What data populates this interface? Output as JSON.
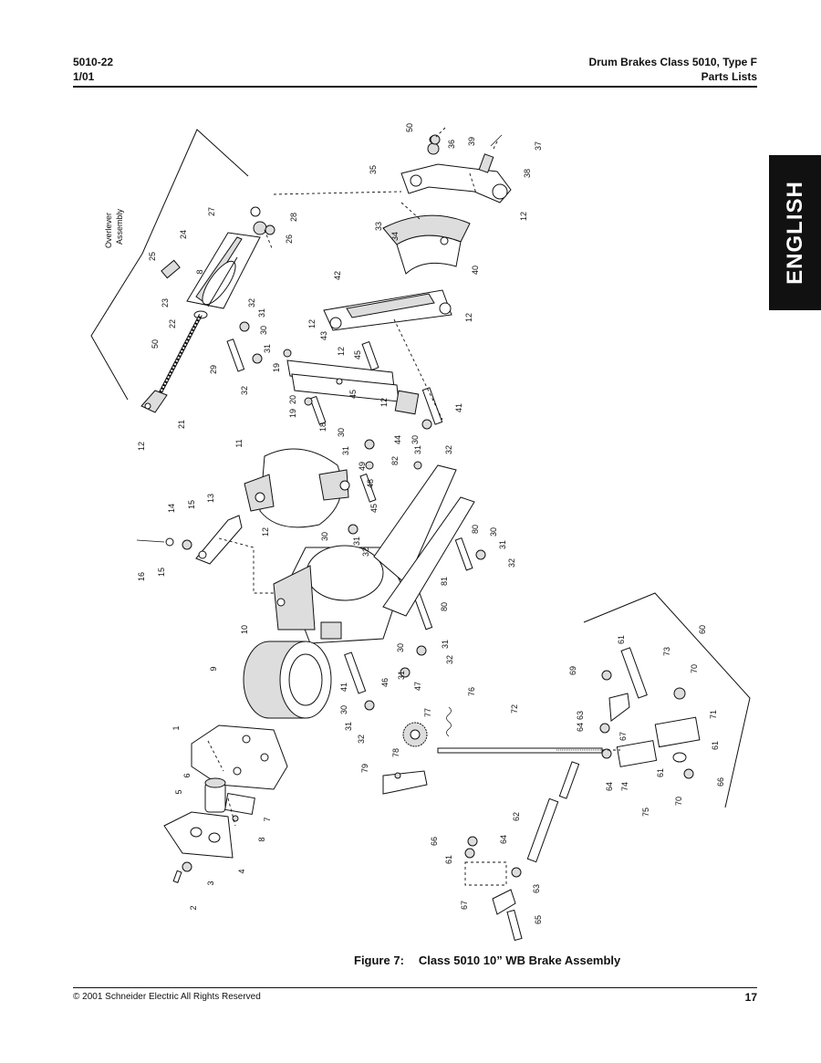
{
  "header": {
    "doc_number": "5010-22",
    "date": "1/01",
    "title": "Drum Brakes Class 5010, Type F",
    "subtitle": "Parts Lists"
  },
  "language_tab": "ENGLISH",
  "diagram": {
    "overlever_label_line1": "Overlever",
    "overlever_label_line2": "Assembly",
    "callouts": [
      {
        "id": "c50a",
        "n": "50"
      },
      {
        "id": "c36",
        "n": "36"
      },
      {
        "id": "c39",
        "n": "39"
      },
      {
        "id": "c37",
        "n": "37"
      },
      {
        "id": "c35",
        "n": "35"
      },
      {
        "id": "c38",
        "n": "38"
      },
      {
        "id": "c12a",
        "n": "12"
      },
      {
        "id": "c27",
        "n": "27"
      },
      {
        "id": "c28",
        "n": "28"
      },
      {
        "id": "c24",
        "n": "24"
      },
      {
        "id": "c26",
        "n": "26"
      },
      {
        "id": "c33",
        "n": "33"
      },
      {
        "id": "c34",
        "n": "34"
      },
      {
        "id": "c40",
        "n": "40"
      },
      {
        "id": "c25",
        "n": "25"
      },
      {
        "id": "c8a",
        "n": "8"
      },
      {
        "id": "c23",
        "n": "23"
      },
      {
        "id": "c22",
        "n": "22"
      },
      {
        "id": "c32a",
        "n": "32"
      },
      {
        "id": "c31a",
        "n": "31"
      },
      {
        "id": "c30a",
        "n": "30"
      },
      {
        "id": "c42",
        "n": "42"
      },
      {
        "id": "c12b",
        "n": "12"
      },
      {
        "id": "c12c",
        "n": "12"
      },
      {
        "id": "c50b",
        "n": "50"
      },
      {
        "id": "c31b",
        "n": "31"
      },
      {
        "id": "c29",
        "n": "29"
      },
      {
        "id": "c32b",
        "n": "32"
      },
      {
        "id": "c19a",
        "n": "19"
      },
      {
        "id": "c43",
        "n": "43"
      },
      {
        "id": "c12d",
        "n": "12"
      },
      {
        "id": "c45a",
        "n": "45"
      },
      {
        "id": "c20",
        "n": "20"
      },
      {
        "id": "c19b",
        "n": "19"
      },
      {
        "id": "c18",
        "n": "18"
      },
      {
        "id": "c12e",
        "n": "12"
      },
      {
        "id": "c41a",
        "n": "41"
      },
      {
        "id": "c12f",
        "n": "12"
      },
      {
        "id": "c21",
        "n": "21"
      },
      {
        "id": "c45b",
        "n": "45"
      },
      {
        "id": "c30b",
        "n": "30"
      },
      {
        "id": "c31c",
        "n": "31"
      },
      {
        "id": "c44",
        "n": "44"
      },
      {
        "id": "c30c",
        "n": "30"
      },
      {
        "id": "c31d",
        "n": "31"
      },
      {
        "id": "c32c",
        "n": "32"
      },
      {
        "id": "c11",
        "n": "11"
      },
      {
        "id": "c49",
        "n": "49"
      },
      {
        "id": "c48",
        "n": "48"
      },
      {
        "id": "c82",
        "n": "82"
      },
      {
        "id": "c13",
        "n": "13"
      },
      {
        "id": "c15a",
        "n": "15"
      },
      {
        "id": "c14",
        "n": "14"
      },
      {
        "id": "c12g",
        "n": "12"
      },
      {
        "id": "c45c",
        "n": "45"
      },
      {
        "id": "c30d",
        "n": "30"
      },
      {
        "id": "c31e",
        "n": "31"
      },
      {
        "id": "c32d",
        "n": "32"
      },
      {
        "id": "c80a",
        "n": "80"
      },
      {
        "id": "c30e",
        "n": "30"
      },
      {
        "id": "c31f",
        "n": "31"
      },
      {
        "id": "c32e",
        "n": "32"
      },
      {
        "id": "c16",
        "n": "16"
      },
      {
        "id": "c15b",
        "n": "15"
      },
      {
        "id": "c81",
        "n": "81"
      },
      {
        "id": "c80b",
        "n": "80"
      },
      {
        "id": "c10",
        "n": "10"
      },
      {
        "id": "c60",
        "n": "60"
      },
      {
        "id": "c30f",
        "n": "30"
      },
      {
        "id": "c31g",
        "n": "31"
      },
      {
        "id": "c32f",
        "n": "32"
      },
      {
        "id": "c61a",
        "n": "61"
      },
      {
        "id": "c69",
        "n": "69"
      },
      {
        "id": "c73",
        "n": "73"
      },
      {
        "id": "c9",
        "n": "9"
      },
      {
        "id": "c46",
        "n": "46"
      },
      {
        "id": "c31h",
        "n": "31"
      },
      {
        "id": "c47",
        "n": "47"
      },
      {
        "id": "c41b",
        "n": "41"
      },
      {
        "id": "c70a",
        "n": "70"
      },
      {
        "id": "c63a",
        "n": "63"
      },
      {
        "id": "c30g",
        "n": "30"
      },
      {
        "id": "c31i",
        "n": "31"
      },
      {
        "id": "c32g",
        "n": "32"
      },
      {
        "id": "c76",
        "n": "76"
      },
      {
        "id": "c77",
        "n": "77"
      },
      {
        "id": "c72",
        "n": "72"
      },
      {
        "id": "c64a",
        "n": "64"
      },
      {
        "id": "c67a",
        "n": "67"
      },
      {
        "id": "c71",
        "n": "71"
      },
      {
        "id": "c1",
        "n": "1"
      },
      {
        "id": "c78",
        "n": "78"
      },
      {
        "id": "c79",
        "n": "79"
      },
      {
        "id": "c61b",
        "n": "61"
      },
      {
        "id": "c61c",
        "n": "61"
      },
      {
        "id": "c66a",
        "n": "66"
      },
      {
        "id": "c64b",
        "n": "64"
      },
      {
        "id": "c74",
        "n": "74"
      },
      {
        "id": "c70b",
        "n": "70"
      },
      {
        "id": "c6",
        "n": "6"
      },
      {
        "id": "c5",
        "n": "5"
      },
      {
        "id": "c7",
        "n": "7"
      },
      {
        "id": "c75",
        "n": "75"
      },
      {
        "id": "c62",
        "n": "62"
      },
      {
        "id": "c8b",
        "n": "8"
      },
      {
        "id": "c4",
        "n": "4"
      },
      {
        "id": "c66b",
        "n": "66"
      },
      {
        "id": "c61d",
        "n": "61"
      },
      {
        "id": "c64c",
        "n": "64"
      },
      {
        "id": "c3",
        "n": "3"
      },
      {
        "id": "c63b",
        "n": "63"
      },
      {
        "id": "c67b",
        "n": "67"
      },
      {
        "id": "c2",
        "n": "2"
      },
      {
        "id": "c65",
        "n": "65"
      }
    ]
  },
  "caption": {
    "label": "Figure 7:",
    "title": "Class 5010 10” WB Brake Assembly"
  },
  "footer": {
    "copyright": "© 2001  Schneider Electric  All Rights Reserved",
    "page_number": "17"
  }
}
